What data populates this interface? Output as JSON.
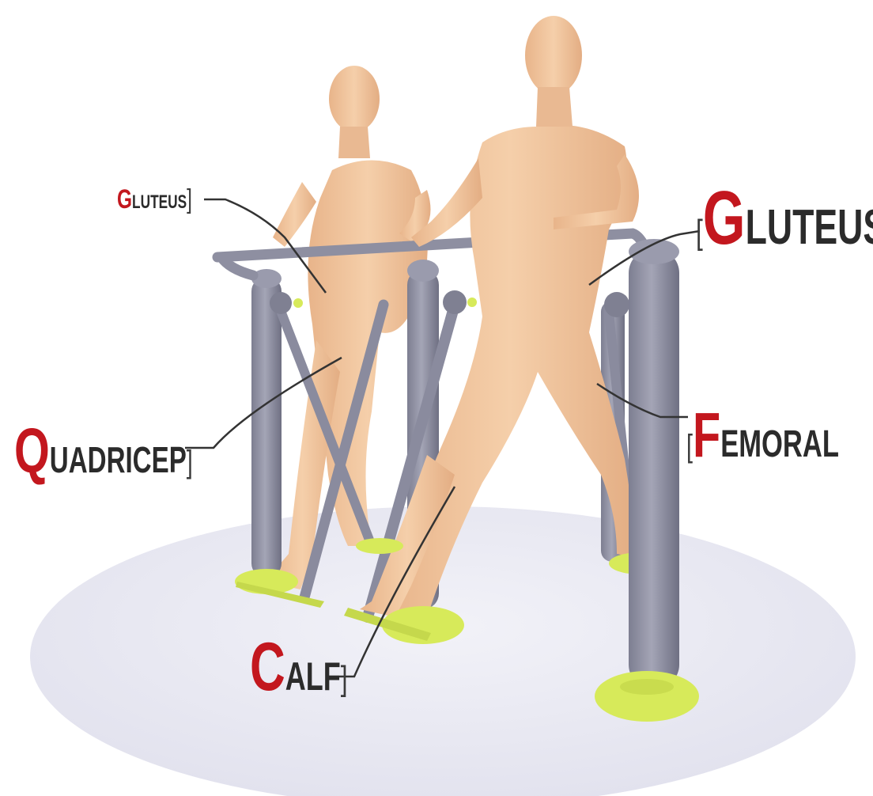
{
  "labels": {
    "gluteus_small": {
      "initial": "G",
      "rest": "LUTEUS",
      "bracket": "]"
    },
    "gluteus_large": {
      "initial": "G",
      "rest": "LUTEUS",
      "bracket": "["
    },
    "quadricep": {
      "initial": "Q",
      "rest": "UADRICEP",
      "bracket": "]"
    },
    "femoral": {
      "initial": "F",
      "rest": "EMORAL",
      "bracket": "["
    },
    "calf": {
      "initial": "C",
      "rest": "ALF",
      "bracket": "]"
    }
  },
  "colors": {
    "accent_red": "#c3171e",
    "label_dark": "#2b2b2b",
    "skin": "#f2c7a0",
    "frame": "#8d8e9f",
    "pedal": "#d7ea5a",
    "floor": "#e9e9f2"
  }
}
